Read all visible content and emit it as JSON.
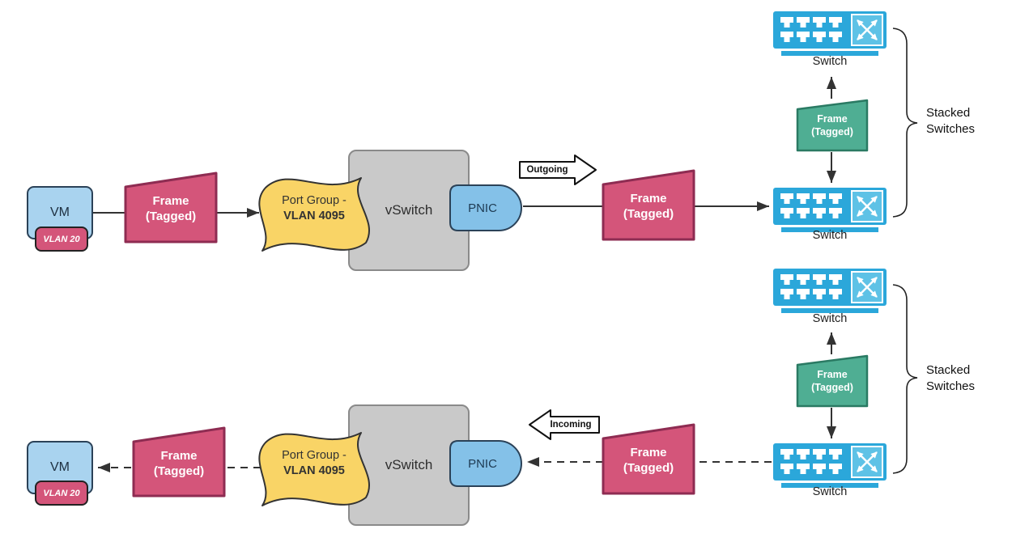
{
  "rows": [
    {
      "id": "outgoing",
      "flow_label": "Outgoing",
      "vm_label": "VM",
      "vlan_badge": "VLAN 20",
      "frame_line1": "Frame",
      "frame_line2": "(Tagged)",
      "port_group_line1": "Port Group -",
      "port_group_line2": "VLAN 4095",
      "vswitch_label": "vSwitch",
      "pnic_label": "PNIC",
      "switch_top_label": "Switch",
      "switch_bottom_label": "Switch",
      "stack_frame_line1": "Frame",
      "stack_frame_line2": "(Tagged)",
      "stack_label_line1": "Stacked",
      "stack_label_line2": "Switches"
    },
    {
      "id": "incoming",
      "flow_label": "Incoming",
      "vm_label": "VM",
      "vlan_badge": "VLAN 20",
      "frame_line1": "Frame",
      "frame_line2": "(Tagged)",
      "port_group_line1": "Port Group -",
      "port_group_line2": "VLAN 4095",
      "vswitch_label": "vSwitch",
      "pnic_label": "PNIC",
      "switch_top_label": "Switch",
      "switch_bottom_label": "Switch",
      "stack_frame_line1": "Frame",
      "stack_frame_line2": "(Tagged)",
      "stack_label_line1": "Stacked",
      "stack_label_line2": "Switches"
    }
  ],
  "colors": {
    "frame_pink": "#d4557a",
    "frame_green": "#4fae93",
    "vm_blue": "#a9d3ef",
    "pnic_blue": "#84c1e8",
    "port_group_yellow": "#f9d466",
    "vswitch_gray": "#c9c9c9",
    "switch_blue": "#2ba7da",
    "connector": "#333333"
  }
}
